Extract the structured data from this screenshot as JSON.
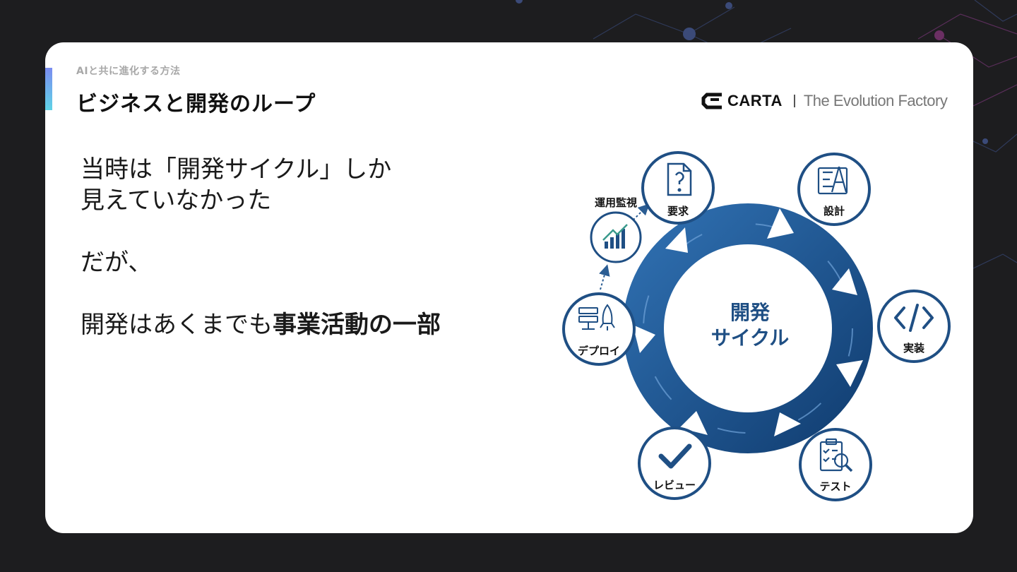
{
  "slide": {
    "eyebrow": "AIと共に進化する方法",
    "title": "ビジネスと開発のループ"
  },
  "brand": {
    "name": "CARTA",
    "tagline": "The Evolution Factory"
  },
  "body": {
    "line1": "当時は「開発サイクル」しか",
    "line2": "見えていなかった",
    "line3": "だが、",
    "line4_normal": "開発はあくまでも",
    "line4_bold": "事業活動の一部"
  },
  "cycle": {
    "center_line1": "開発",
    "center_line2": "サイクル",
    "nodes": {
      "requirements": "要求",
      "design": "設計",
      "implementation": "実装",
      "test": "テスト",
      "review": "レビュー",
      "deploy": "デプロイ",
      "operations": "運用監視"
    },
    "icons": {
      "requirements": "document-question-icon",
      "design": "blueprint-compass-icon",
      "implementation": "code-brackets-icon",
      "test": "clipboard-magnifier-icon",
      "review": "checkmark-icon",
      "deploy": "server-rocket-icon",
      "operations": "bar-chart-growth-icon"
    }
  },
  "colors": {
    "background": "#1d1d1f",
    "card": "#ffffff",
    "ring_dark": "#164b86",
    "ring_light": "#2f6fb0",
    "node_border": "#1f4f84",
    "center_text": "#1f4f84"
  }
}
